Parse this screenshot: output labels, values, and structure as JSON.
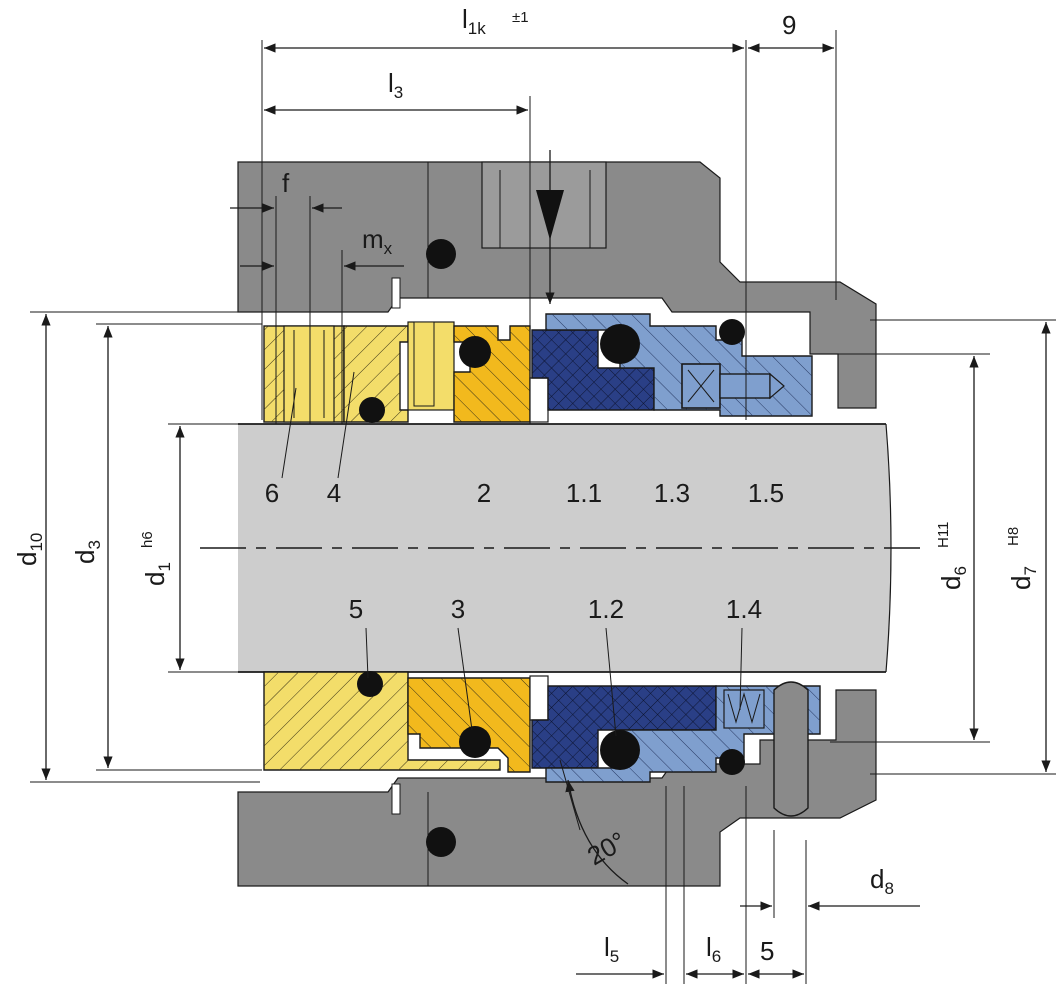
{
  "part_labels": {
    "p6": "6",
    "p4": "4",
    "p2": "2",
    "p1_1": "1.1",
    "p1_3": "1.3",
    "p1_5": "1.5",
    "p5": "5",
    "p3": "3",
    "p1_2": "1.2",
    "p1_4": "1.4"
  },
  "dimensions": {
    "l1k": "l",
    "l1k_sub": "1k",
    "l1k_tol": "±1",
    "nine": "9",
    "l3": "l",
    "l3_sub": "3",
    "f": "f",
    "mx": "m",
    "mx_sub": "x",
    "d10": "d",
    "d10_sub": "10",
    "d3": "d",
    "d3_sub": "3",
    "d1": "d",
    "d1_sub": "1",
    "d1_tol": "h6",
    "d6": "d",
    "d6_sub": "6",
    "d6_tol": "H11",
    "d7": "d",
    "d7_sub": "7",
    "d7_tol": "H8",
    "d8": "d",
    "d8_sub": "8",
    "l5": "l",
    "l5_sub": "5",
    "l6": "l",
    "l6_sub": "6",
    "five": "5",
    "angle": "20°"
  },
  "colors": {
    "housing": "#8a8a8a",
    "shaft": "#cdcdcd",
    "yellow_light": "#f3dd6a",
    "yellow_dark": "#f2b91d",
    "blue_dark": "#2a3f86",
    "blue_light": "#7f9fce",
    "oring": "#111111"
  }
}
